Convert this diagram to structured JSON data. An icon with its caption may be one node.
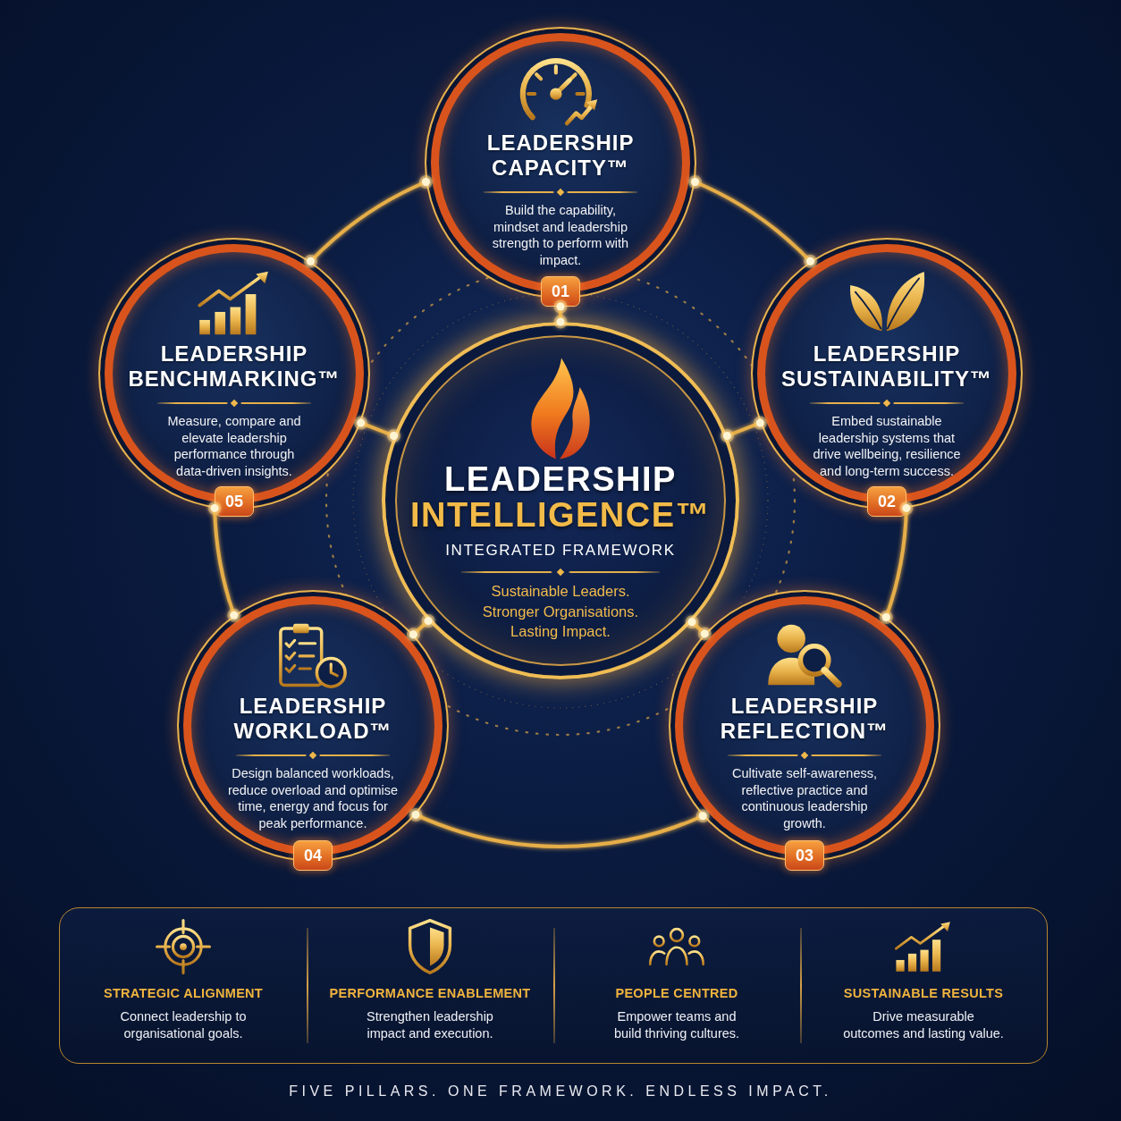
{
  "diagram": {
    "nodes": [
      {
        "text": [
          "LEADERSHIP CAPACITY™",
          "Build the capability, mindset and leadership strength to perform with impact."
        ]
      },
      {
        "text": [
          "01"
        ]
      },
      {
        "text": [
          "LEADERSHIP BENCHMARKING™",
          "Measure, compare and elevate leadership performance through data-driven insights."
        ]
      },
      {
        "text": [
          "05"
        ]
      },
      {
        "text": [
          "LEADERSHIP SUSTAINABILITY™",
          "Embed sustainable leadership systems that drive wellbeing, resilience and long-term success."
        ]
      },
      {
        "text": [
          "02"
        ]
      },
      {
        "text": [
          "LEADERSHIP",
          "INTELLIGENCE™",
          "INTEGRATED FRAMEWORK",
          "Sustainable Leaders. Stronger Organisations. Lasting Impact."
        ]
      },
      {
        "text": [
          "LEADERSHIP WORKLOAD™",
          "Design balanced workloads, reduce overload and optimise time, energy and focus for peak performance."
        ]
      },
      {
        "text": [
          "04"
        ]
      },
      {
        "text": [
          "LEADERSHIP REFLECTION™",
          "Cultivate self-awareness, reflective practice and continuous leadership growth."
        ]
      },
      {
        "text": [
          "03"
        ]
      },
      {
        "text": [
          "STRATEGIC ALIGNMENT",
          "Connect leadership to organisational goals.",
          "PERFORMANCE ENABLEMENT",
          "Strengthen leadership impact and execution.",
          "PEOPLE CENTRED",
          "Empower teams and build thriving cultures.",
          "SUSTAINABLE RESULTS",
          "Drive measurable outcomes and lasting value."
        ]
      }
    ],
    "edges": [
      {
        "from": 0,
        "to": 4,
        "arrow": "other"
      },
      {
        "from": 4,
        "to": 9,
        "arrow": "other"
      },
      {
        "from": 9,
        "to": 7,
        "arrow": "other"
      },
      {
        "from": 7,
        "to": 2,
        "arrow": "other"
      },
      {
        "from": 2,
        "to": 0,
        "arrow": "other"
      },
      {
        "from": 1,
        "to": 6,
        "arrow": "other"
      },
      {
        "from": 4,
        "to": 6,
        "arrow": "other"
      },
      {
        "from": 9,
        "to": 6,
        "arrow": "other"
      },
      {
        "from": 7,
        "to": 6,
        "arrow": "other"
      },
      {
        "from": 2,
        "to": 6,
        "arrow": "other"
      }
    ],
    "labels": [
      "FIVE PILLARS. ONE FRAMEWORK. ENDLESS IMPACT."
    ]
  }
}
